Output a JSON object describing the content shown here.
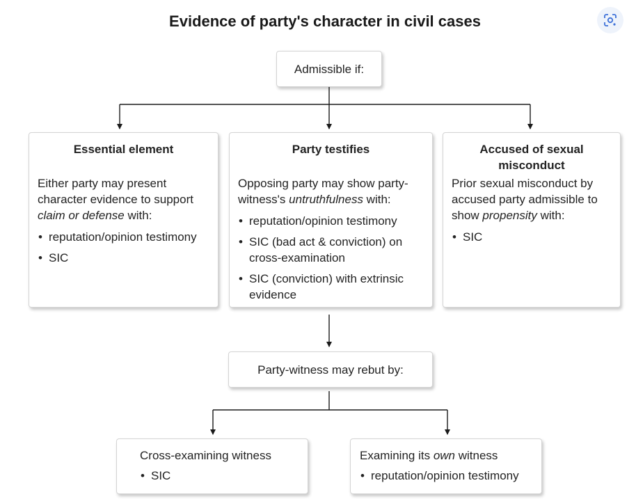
{
  "title": "Evidence of party's character in civil cases",
  "root": {
    "label": "Admissible if:"
  },
  "branches": [
    {
      "heading": "Essential element",
      "intro_parts": [
        "Either party may present character evidence to support ",
        "claim or defense",
        " with:"
      ],
      "items": [
        "reputation/opinion testimony",
        "SIC"
      ]
    },
    {
      "heading": "Party testifies",
      "intro_parts": [
        "Opposing party may show party-witness's ",
        "untruthfulness",
        " with:"
      ],
      "items": [
        "reputation/opinion testimony",
        "SIC (bad act & conviction) on cross-examination",
        "SIC (conviction) with extrinsic evidence"
      ]
    },
    {
      "heading": "Accused of sexual misconduct",
      "intro_parts": [
        "Prior sexual misconduct by accused party admissible to show ",
        "propensity",
        " with:"
      ],
      "items": [
        "SIC"
      ]
    }
  ],
  "rebut": {
    "label": "Party-witness may rebut by:"
  },
  "rebut_options": [
    {
      "title_parts": [
        "Cross-examining witness",
        "",
        ""
      ],
      "items": [
        "SIC"
      ]
    },
    {
      "title_parts": [
        "Examining its ",
        "own",
        " witness"
      ],
      "items": [
        "reputation/opinion testimony"
      ]
    }
  ],
  "icons": {
    "lens": "google-lens-icon"
  },
  "colors": {
    "line": "#1a1a1a",
    "box_border": "#d4d4d4",
    "lens_bg": "#eef3fb"
  }
}
